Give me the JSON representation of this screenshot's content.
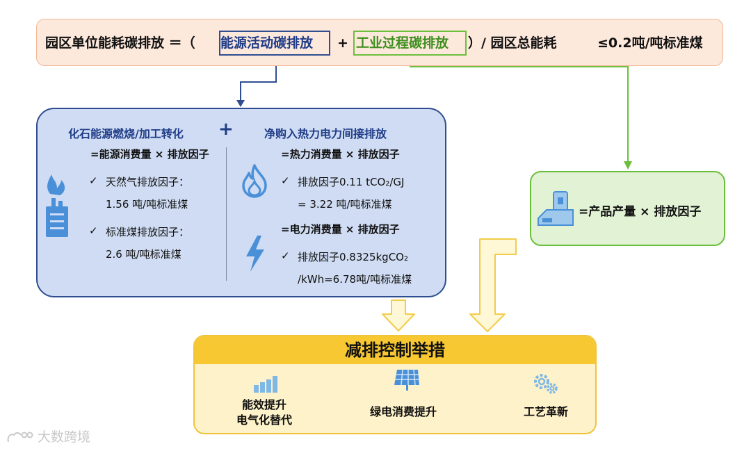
{
  "formula": {
    "prefix": "园区单位能耗碳排放 ＝（",
    "energy_term": "能源活动碳排放",
    "plus": "+",
    "process_term": "工业过程碳排放",
    "suffix": "）/ 园区总能耗",
    "limit": "≤0.2吨/吨标准煤"
  },
  "energy_panel": {
    "left_title": "化石能源燃烧/加工转化",
    "plus": "+",
    "left_formula": "=能源消费量 × 排放因子",
    "left_items": [
      {
        "line1": "天然气排放因子：",
        "line2": "1.56 吨/吨标准煤"
      },
      {
        "line1": "标准煤排放因子：",
        "line2": "2.6 吨/吨标准煤"
      }
    ],
    "right_title": "净购入热力电力间接排放",
    "heat_formula": "=热力消费量 × 排放因子",
    "heat_item": {
      "line1": "排放因子0.11 tCO₂/GJ",
      "line2": "= 3.22 吨/吨标准煤"
    },
    "power_formula": "=电力消费量 × 排放因子",
    "power_item": {
      "line1": "排放因子0.8325kgCO₂",
      "line2": "/kWh=6.78吨/吨标准煤"
    },
    "check": "✓",
    "icons": [
      "factory-icon",
      "flame-icon",
      "lightning-icon"
    ]
  },
  "process_panel": {
    "formula": "=产品产量 × 排放因子",
    "icon": "industrial-machine-icon"
  },
  "measures": {
    "title": "减排控制举措",
    "items": [
      {
        "line1": "能效提升",
        "line2": "电气化替代",
        "icon": "bar-chart-icon"
      },
      {
        "line1": "绿电消费提升",
        "line2": "",
        "icon": "solar-panel-icon"
      },
      {
        "line1": "工艺革新",
        "line2": "",
        "icon": "gears-icon"
      }
    ]
  },
  "watermark": "大数跨境",
  "colors": {
    "blue": "#2f4e8f",
    "green": "#6cbf3d",
    "yellow": "#f8c832",
    "peach": "#fde8dc",
    "icon_blue": "#4a90d9"
  }
}
